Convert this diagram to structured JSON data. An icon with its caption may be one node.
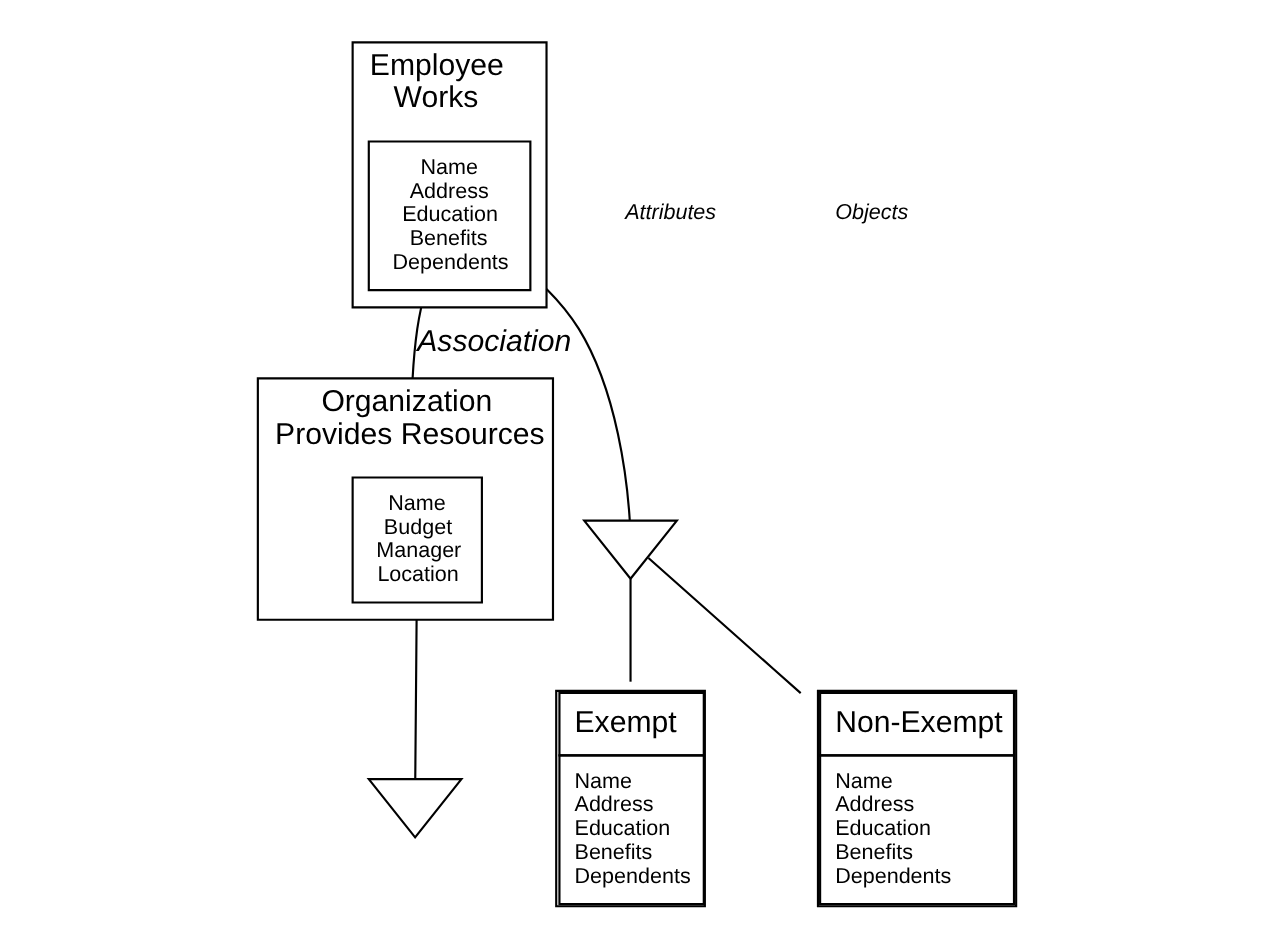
{
  "diagram": {
    "nodes": [
      {
        "text": [
          "Employee",
          "Works"
        ]
      },
      {
        "text": [
          "Name Address Education Benefits Dependents"
        ],
        "in": 0
      },
      {
        "text": [
          "Organization",
          "Provides Resources"
        ]
      },
      {
        "text": [
          "Name Budget Manager Location"
        ],
        "in": 2
      },
      {
        "text": [],
        "shape": "triangle"
      },
      {
        "text": [
          "Exempt",
          "Name Address Education Benefits Dependents"
        ]
      },
      {
        "text": [
          "Non-Exempt",
          "Name Address Education Benefits Dependents"
        ]
      },
      {
        "text": [],
        "shape": "triangle"
      }
    ],
    "edges": [
      {
        "from": 0,
        "to": 2,
        "arrow": "none",
        "label": "Association"
      },
      {
        "from": 0,
        "to": 4,
        "arrow": "none"
      },
      {
        "from": 4,
        "to": 5,
        "arrow": "none"
      },
      {
        "from": 4,
        "to": 6,
        "arrow": "none"
      },
      {
        "from": 2,
        "to": 7,
        "arrow": "none"
      }
    ],
    "labels": [
      "Attributes",
      "Objects"
    ]
  }
}
